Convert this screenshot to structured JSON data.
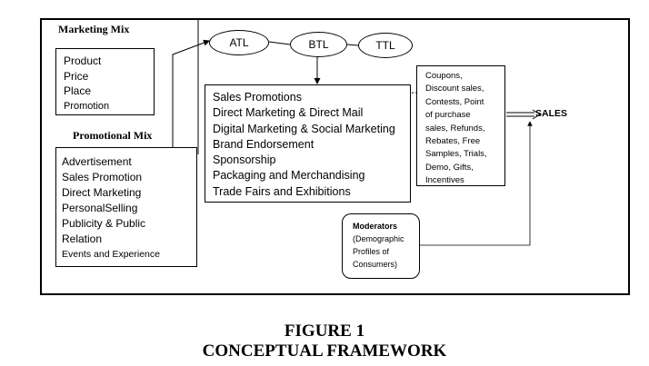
{
  "marketing_mix": {
    "title": "Marketing Mix",
    "items": [
      "Product",
      "Price",
      "Place",
      "Promotion"
    ]
  },
  "promotional_mix": {
    "title": "Promotional Mix",
    "items": [
      "Advertisement",
      "Sales Promotion",
      "Direct Marketing",
      "PersonalSelling",
      "Publicity & Public",
      "Relation",
      "Events and Experience"
    ]
  },
  "channels": {
    "atl": "ATL",
    "btl": "BTL",
    "ttl": "TTL"
  },
  "btl_activities": [
    "Sales Promotions",
    "Direct Marketing & Direct Mail",
    "Digital Marketing & Social Marketing",
    "Brand Endorsement",
    "Sponsorship",
    "Packaging and Merchandising",
    "Trade Fairs and Exhibitions"
  ],
  "sales_promotion_tools": [
    "Coupons,",
    "Discount sales,",
    "Contests, Point",
    "of purchase",
    "sales, Refunds,",
    "Rebates, Free",
    "Samples, Trials,",
    "Demo, Gifts,",
    "Incentives"
  ],
  "sales_label": "SALES",
  "moderators": {
    "title": "Moderators",
    "lines": [
      "(Demographic",
      "Profiles of",
      "Consumers)"
    ]
  },
  "caption": {
    "figure": "FIGURE 1",
    "title": "CONCEPTUAL FRAMEWORK"
  }
}
